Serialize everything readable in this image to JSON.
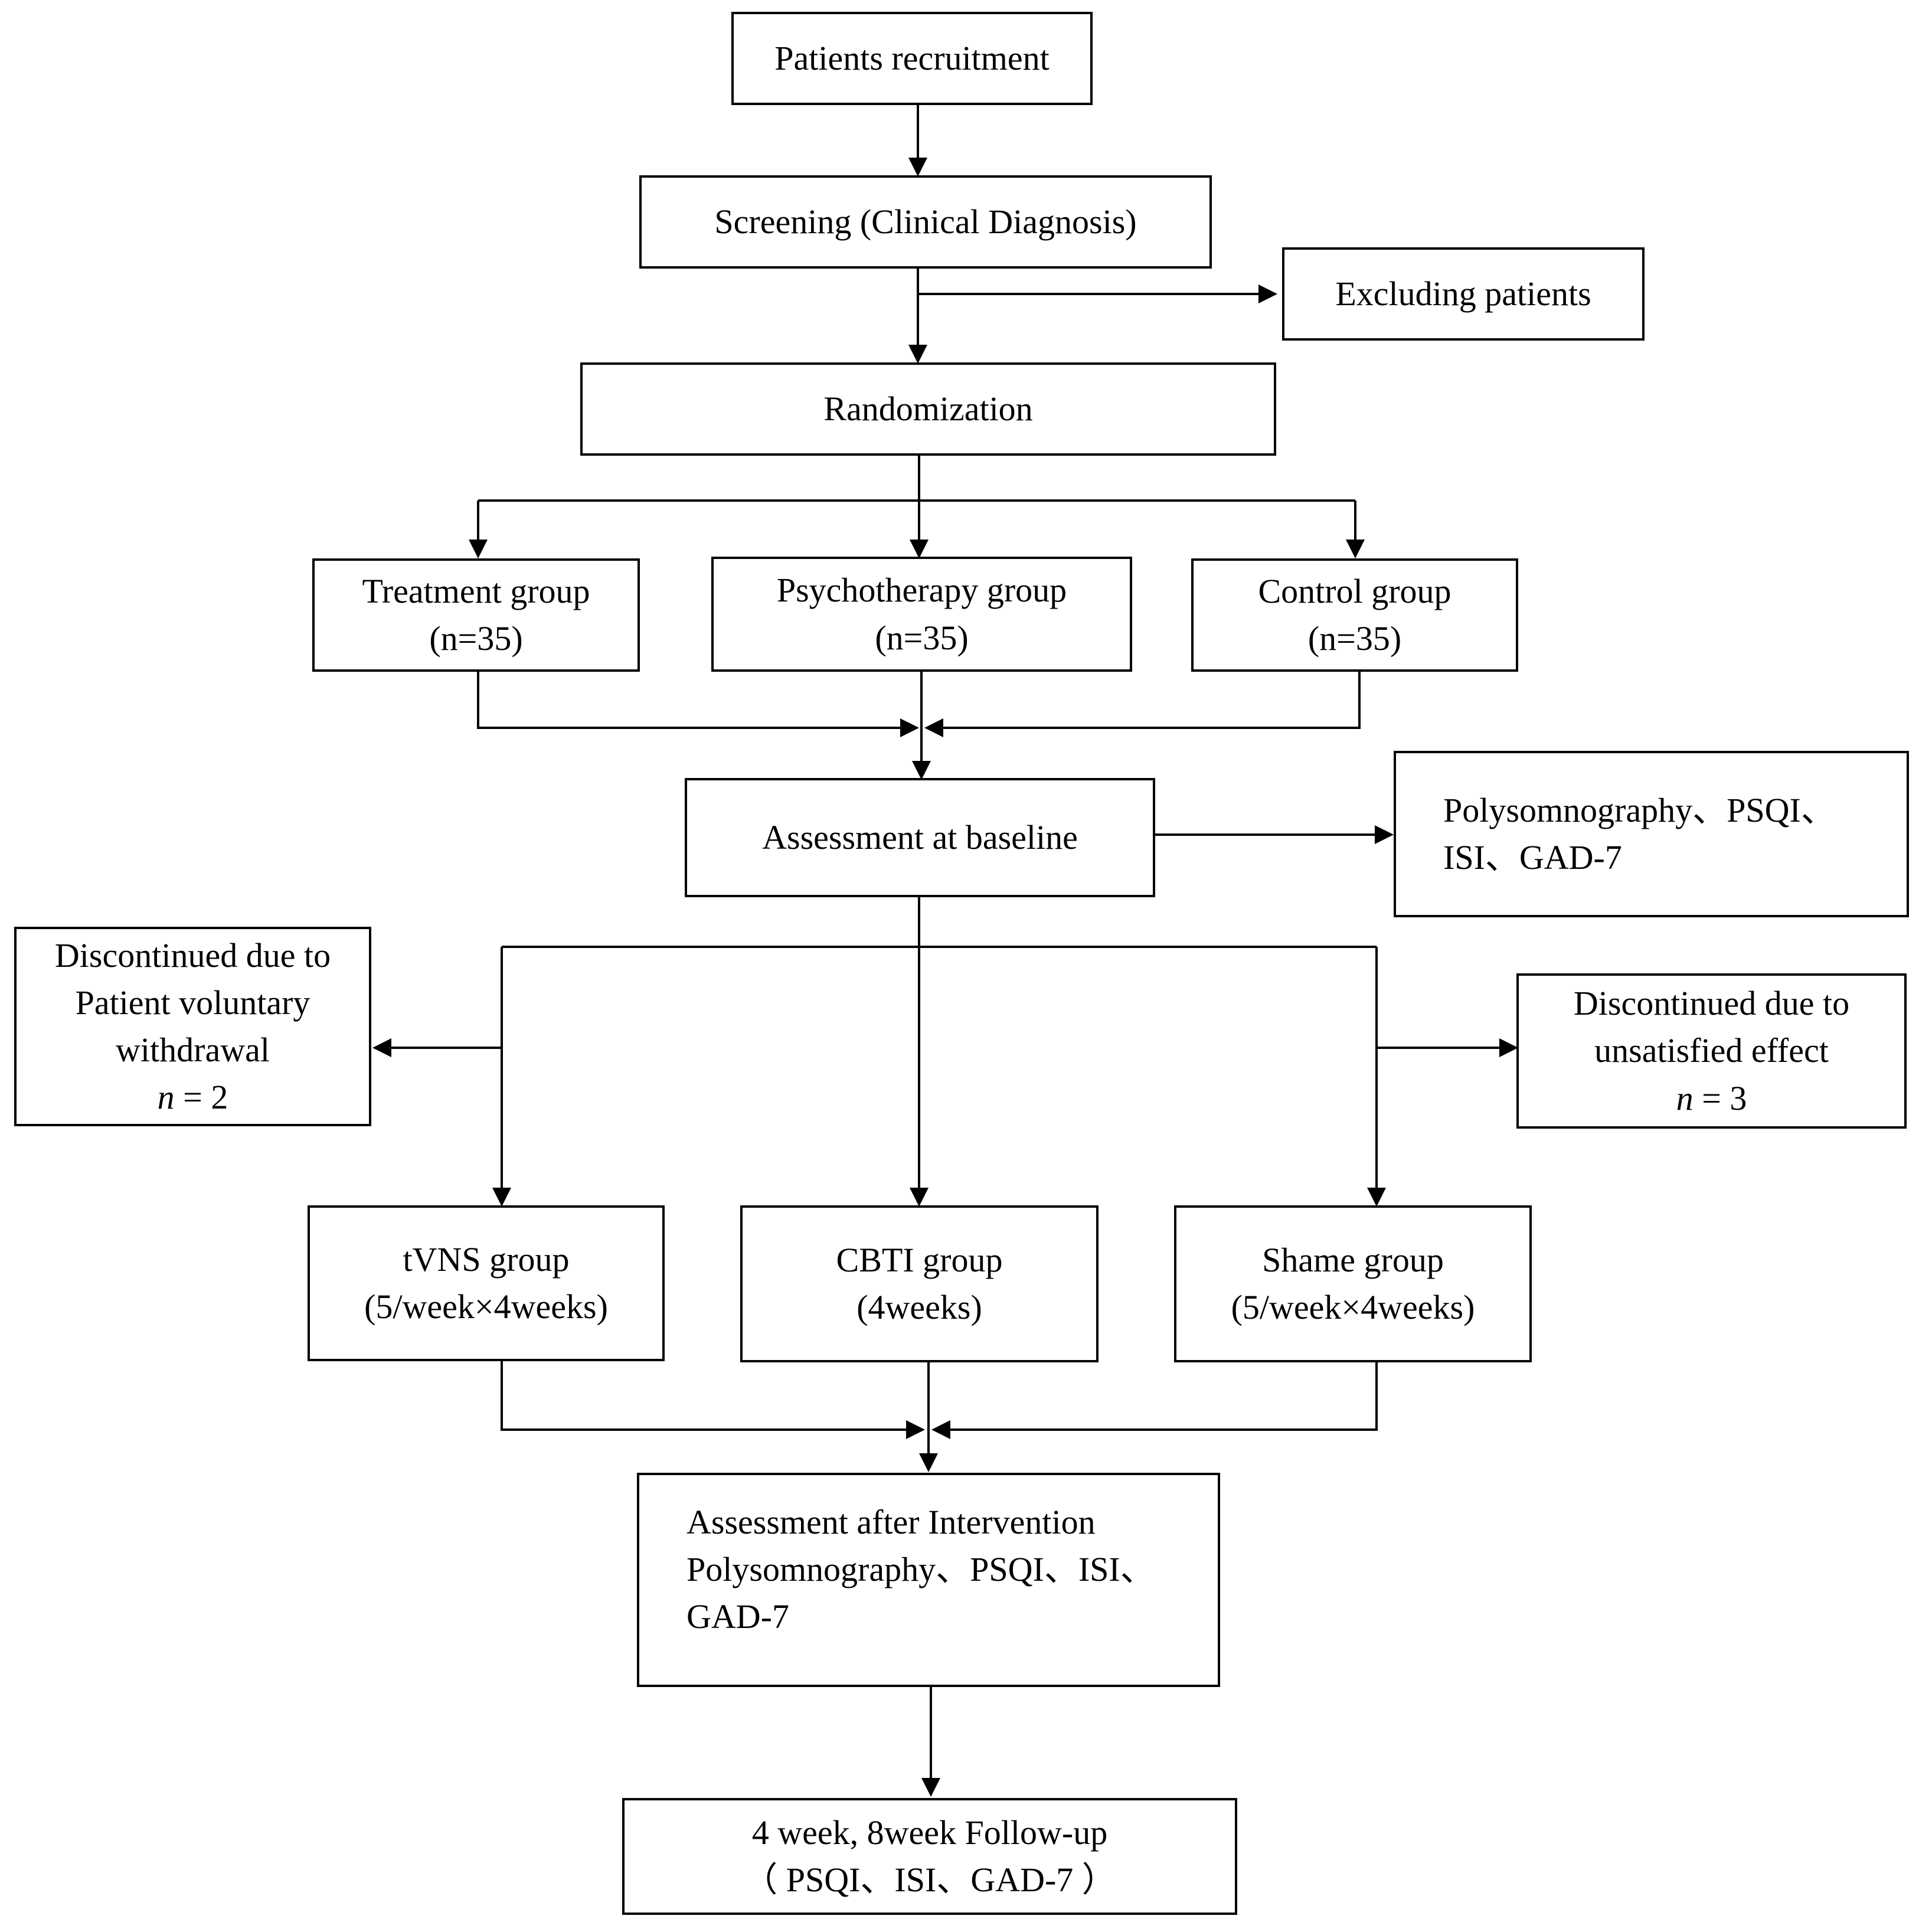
{
  "flowchart": {
    "recruit": {
      "line1": "Patients recruitment"
    },
    "screening": {
      "line1": "Screening (Clinical Diagnosis)"
    },
    "excluding": {
      "line1": "Excluding patients"
    },
    "randomization": {
      "line1": "Randomization"
    },
    "treatment_group": {
      "line1": "Treatment group",
      "line2": "(n=35)"
    },
    "psychotherapy_group": {
      "line1": "Psychotherapy group",
      "line2": "(n=35)"
    },
    "control_group": {
      "line1": "Control group",
      "line2": "(n=35)"
    },
    "baseline": {
      "line1": "Assessment at baseline"
    },
    "baseline_measures": {
      "line1": "Polysomnography、PSQI、",
      "line2": "ISI、GAD-7"
    },
    "discontinued_left": {
      "line1": "Discontinued due to",
      "line2": "Patient voluntary",
      "line3": "withdrawal",
      "n_var": "n",
      "n_value": " = 2"
    },
    "discontinued_right": {
      "line1": "Discontinued due to",
      "line2": "unsatisfied effect",
      "n_var": "n",
      "n_value": " = 3"
    },
    "tvns_group": {
      "line1": "tVNS group",
      "line2": "(5/week×4weeks)"
    },
    "cbti_group": {
      "line1": "CBTI group",
      "line2": "(4weeks)"
    },
    "shame_group": {
      "line1": "Shame group",
      "line2": "(5/week×4weeks)"
    },
    "after_intervention": {
      "line1": "Assessment after Intervention",
      "line2": "Polysomnography、PSQI、ISI、",
      "line3": "GAD-7"
    },
    "follow_up": {
      "line1": "4 week, 8week Follow-up",
      "line2": "（ PSQI、ISI、GAD-7 ）"
    }
  },
  "colors": {
    "stroke": "#000000",
    "background": "#ffffff"
  }
}
